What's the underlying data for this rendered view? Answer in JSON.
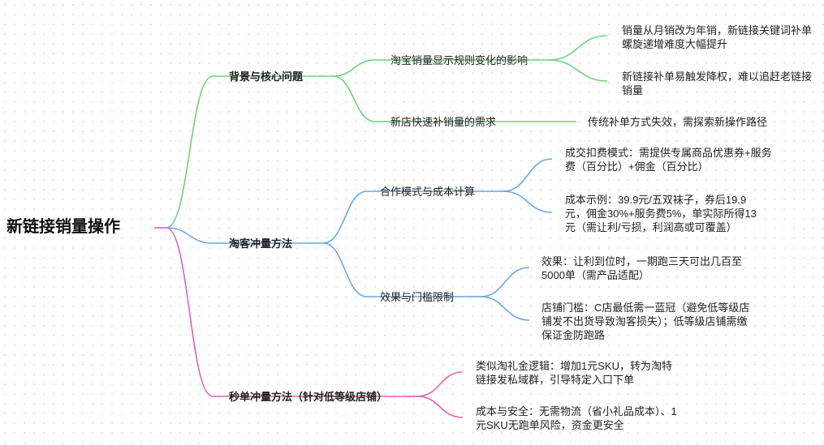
{
  "map": {
    "root": "新链接销量操作",
    "colors": {
      "green": "#6cd37c",
      "blue": "#6aa9e4",
      "pink": "#e25fb6"
    },
    "branches": [
      {
        "label": "背景与核心问题",
        "children": [
          {
            "label": "淘宝销量显示规则变化的影响",
            "children": [
              {
                "label": "销量从月销改为年销，新链接关键词补单螺旋递增难度大幅提升"
              },
              {
                "label": "新链接补单易触发降权，难以追赶老链接销量"
              }
            ]
          },
          {
            "label": "新店快速补销量的需求",
            "children": [
              {
                "label": "传统补单方式失效，需探索新操作路径"
              }
            ]
          }
        ]
      },
      {
        "label": "淘客冲量方法",
        "children": [
          {
            "label": "合作模式与成本计算",
            "children": [
              {
                "label": "成交扣费模式：需提供专属商品优惠券+服务费（百分比）+佣金（百分比）"
              },
              {
                "label": "成本示例：39.9元/五双袜子，券后19.9元，佣金30%+服务费5%，单实际所得13元（需让利/亏损，利润高或可覆盖）"
              }
            ]
          },
          {
            "label": "效果与门槛限制",
            "children": [
              {
                "label": "效果：让利到位时，一期跑三天可出几百至5000单（需产品适配）"
              },
              {
                "label": "店铺门槛：C店最低需一蓝冠（避免低等级店铺发不出货导致淘客损失）；低等级店铺需缴保证金防跑路"
              }
            ]
          }
        ]
      },
      {
        "label": "秒单冲量方法（针对低等级店铺）",
        "children": [
          {
            "label": "类似淘礼金逻辑：增加1元SKU，转为淘特链接发私域群，引导特定入口下单"
          },
          {
            "label": "成本与安全：无需物流（省小礼品成本）、1元SKU无跑单风险，资金更安全"
          }
        ]
      }
    ]
  }
}
